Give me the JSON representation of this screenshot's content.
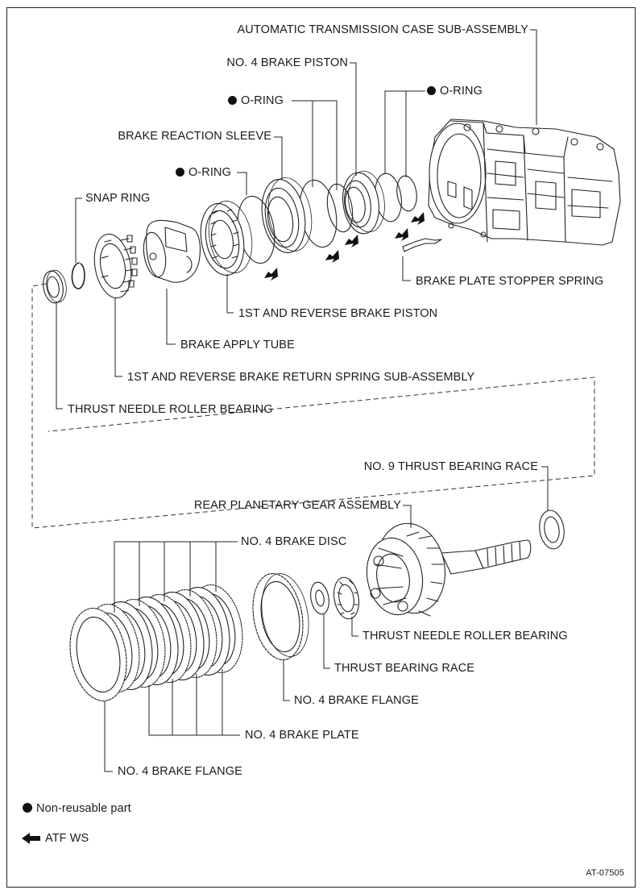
{
  "labels": {
    "case": "AUTOMATIC TRANSMISSION CASE SUB-ASSEMBLY",
    "no4_piston": "NO. 4 BRAKE PISTON",
    "oring": "O-RING",
    "reaction_sleeve": "BRAKE REACTION SLEEVE",
    "snap_ring": "SNAP RING",
    "stopper_spring": "BRAKE PLATE STOPPER SPRING",
    "first_rev_piston": "1ST AND REVERSE BRAKE PISTON",
    "apply_tube": "BRAKE APPLY TUBE",
    "return_spring": "1ST AND REVERSE BRAKE RETURN SPRING SUB-ASSEMBLY",
    "thrust_needle_bearing": "THRUST NEEDLE ROLLER BEARING",
    "no9_race": "NO. 9 THRUST BEARING RACE",
    "rear_planetary": "REAR PLANETARY GEAR ASSEMBLY",
    "no4_disc": "NO. 4 BRAKE DISC",
    "thrust_race": "THRUST BEARING RACE",
    "no4_flange": "NO. 4 BRAKE FLANGE",
    "no4_plate": "NO. 4 BRAKE PLATE"
  },
  "legend": {
    "non_reusable": "Non-reusable part",
    "atf": "ATF WS"
  },
  "figure_code": "AT-07505"
}
